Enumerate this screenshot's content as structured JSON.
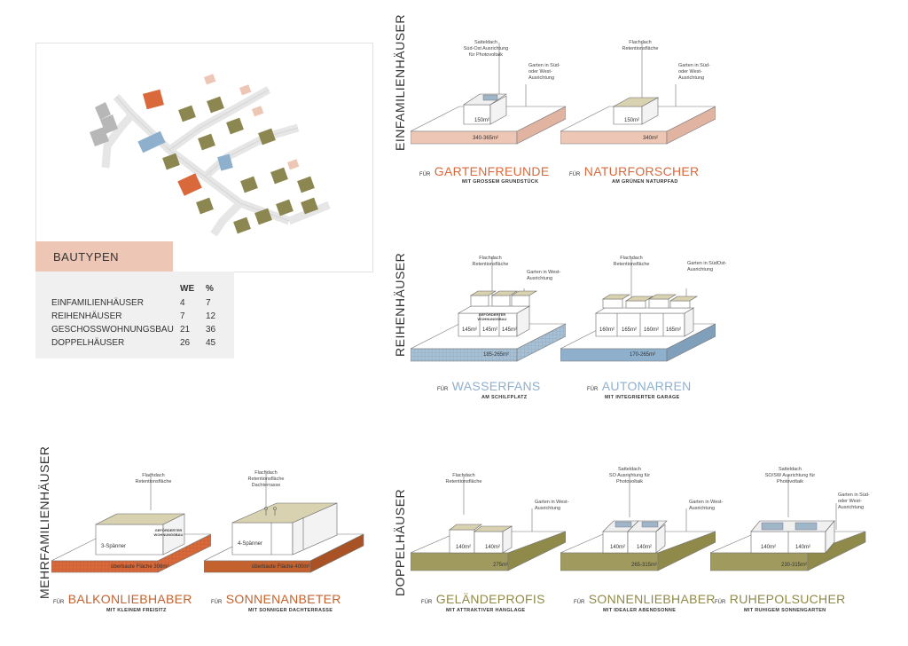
{
  "colors": {
    "efh_base": "#edc6b6",
    "efh_accent": "#d9693b",
    "rh_base": "#a7c0d4",
    "rh_accent": "#8fb0cd",
    "mfh_accent": "#c4622f",
    "dh_base": "#a19a5e",
    "dh_accent": "#8f8a4a",
    "site_gray": "#b7b7b7",
    "site_olive": "#8c8650"
  },
  "legend": {
    "title": "BAUTYPEN",
    "headers": {
      "we": "WE",
      "pct": "%"
    },
    "rows": [
      {
        "label": "EINFAMILIENHÄUSER",
        "we": "4",
        "pct": "7"
      },
      {
        "label": "REIHENHÄUSER",
        "we": "7",
        "pct": "12"
      },
      {
        "label": "GESCHOSSWOHNUNGSBAU",
        "we": "21",
        "pct": "36"
      },
      {
        "label": "DOPPELHÄUSER",
        "we": "26",
        "pct": "45"
      }
    ]
  },
  "groups": {
    "efh": "EINFAMILIENHÄUSER",
    "rh": "REIHENHÄUSER",
    "mfh": "MEHRFAMILIENHÄUSER",
    "dh": "DOPPELHÄUSER"
  },
  "cards": {
    "gartenfreunde": {
      "roof_note": "Satteldach\nSüd-Ost Ausrichtung\nfür Photovoltaik",
      "garden_note": "Garten in Süd-\noder West-\nAusrichtung",
      "house_area": "150m²",
      "plot_area": "340-365m²",
      "fuer": "FÜR",
      "title": "GARTENFREUNDE",
      "subtitle": "MIT GROSSEM GRUNDSTÜCK"
    },
    "naturforscher": {
      "roof_note": "Flachdach\nRetentionsfläche",
      "garden_note": "Garten in Süd-\noder West-\nAusrichtung",
      "house_area": "150m²",
      "plot_area": "340m²",
      "fuer": "FÜR",
      "title": "NATURFORSCHER",
      "subtitle": "AM GRÜNEN NATURPFAD"
    },
    "wasserfans": {
      "roof_note": "Flachdach\nRetentionsfläche",
      "garden_note": "Garten in West-\nAusrichtung",
      "house_label": "GEFÖRDERTER\nWOHNUNGSBAU",
      "unit_areas": [
        "145m²",
        "145m²",
        "145m²"
      ],
      "plot_area": "185-265m²",
      "fuer": "FÜR",
      "title": "WASSERFANS",
      "subtitle": "AM SCHILFPLATZ"
    },
    "autonarren": {
      "roof_note": "Flachdach\nRetentionsfläche",
      "garden_note": "Garten in SüdOst-\nAusrichtung",
      "unit_areas": [
        "160m²",
        "165m²",
        "160m²",
        "165m²"
      ],
      "plot_area": "170-265m²",
      "fuer": "FÜR",
      "title": "AUTONARREN",
      "subtitle": "MIT INTEGRIERTER GARAGE"
    },
    "balkonliebhaber": {
      "roof_note": "Flachdach\nRetentionsfläche",
      "house_label": "GEFÖRDERTER\nWOHNUNGSBAU",
      "spanner": "3-Spänner",
      "plot_area": "überbaute Fläche 308m²",
      "fuer": "FÜR",
      "title": "BALKONLIEBHABER",
      "subtitle": "MIT KLEINEM FREISITZ"
    },
    "sonnenanbeter": {
      "roof_note": "Flachdach\nRetentionsfläche\nDachterrasse",
      "spanner": "4-Spänner",
      "plot_area": "überbaute Fläche 400m²",
      "fuer": "FÜR",
      "title": "SONNENANBETER",
      "subtitle": "MIT SONNIGER DACHTERRASSE"
    },
    "gelaendeprofis": {
      "roof_note": "Flachdach\nRetentionsfläche",
      "garden_note": "Garten in West-\nAusrichtung",
      "unit_areas": [
        "140m²",
        "140m²"
      ],
      "plot_area": "275m²",
      "fuer": "FÜR",
      "title": "GELÄNDEPROFIS",
      "subtitle": "MIT ATTRAKTIVER HANGLAGE"
    },
    "sonnenliebhaber": {
      "roof_note": "Satteldach\nSO Ausrichtung für\nPhotovoltaik",
      "garden_note": "Garten in West-\nAusrichtung",
      "unit_areas": [
        "140m²",
        "140m²"
      ],
      "plot_area": "265-315m²",
      "fuer": "FÜR",
      "title": "SONNENLIEBHABER",
      "subtitle": "MIT IDEALER ABENDSONNE"
    },
    "ruhepolsucher": {
      "roof_note": "Satteldach\nSO/SW Ausrichtung für\nPhotovoltaik",
      "garden_note": "Garten in Süd-\noder West-\nAusrichtung",
      "unit_areas": [
        "140m²",
        "140m²"
      ],
      "plot_area": "230-315m²",
      "fuer": "FÜR",
      "title": "RUHEPOLSUCHER",
      "subtitle": "MIT RUHIGEM SONNENGARTEN"
    }
  }
}
